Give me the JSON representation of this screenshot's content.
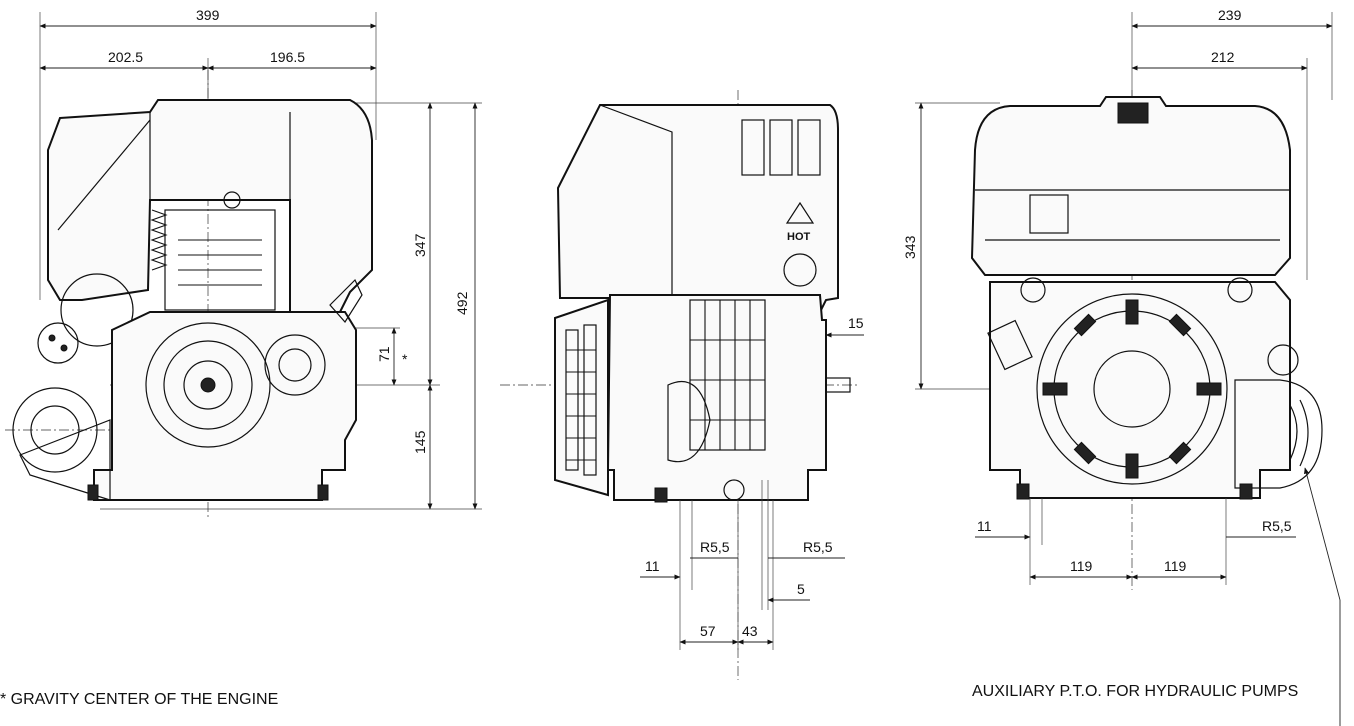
{
  "front_view": {
    "overall_width": "399",
    "left_width": "202.5",
    "right_width": "196.5",
    "height_upper": "347",
    "overall_height": "492",
    "gravity_offset": "71",
    "gravity_marker": "*",
    "height_lower": "145"
  },
  "side_view": {
    "shaft_offset": "15",
    "radius_left": "R5,5",
    "radius_right": "R5,5",
    "slot_width": "11",
    "key_width": "5",
    "base_left": "57",
    "base_right": "43",
    "hot_label": "HOT"
  },
  "rear_view": {
    "overall_width": "239",
    "inner_width": "212",
    "height": "343",
    "slot_width": "11",
    "radius": "R5,5",
    "hole_left": "119",
    "hole_right": "119"
  },
  "notes": {
    "gravity_center": "* GRAVITY CENTER OF THE ENGINE",
    "auxiliary_pto": "AUXILIARY P.T.O. FOR HYDRAULIC PUMPS"
  }
}
